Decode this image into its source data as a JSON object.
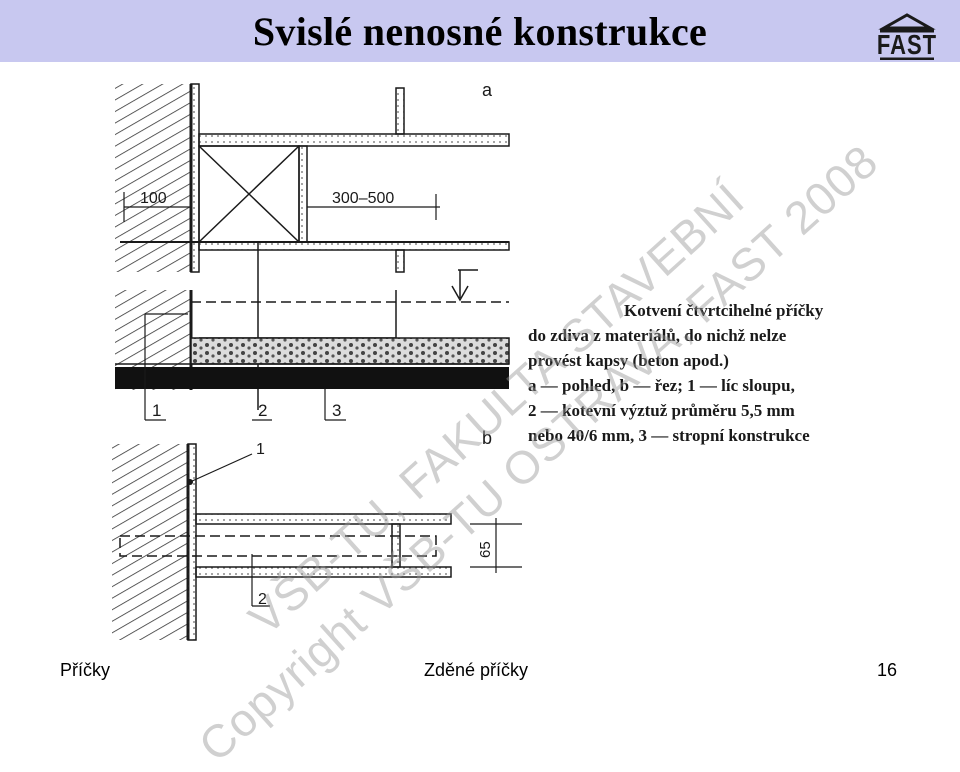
{
  "slide": {
    "title": "Svislé nenosné konstrukce",
    "logo_text": "FAST"
  },
  "figure": {
    "view_a_label": "a",
    "view_b_label": "b",
    "dim_100": "100",
    "dim_300_500": "300–500",
    "dim_65": "65",
    "marker_1": "1",
    "marker_2": "2",
    "marker_3": "3",
    "marker_b1": "1",
    "marker_b2": "2"
  },
  "caption": {
    "line1": "Kotvení čtvrtcihelné příčky",
    "line2": "do zdiva z materiálů, do nichž nelze",
    "line3": "provést kapsy (beton apod.)",
    "line4": "a — pohled, b — řez; 1 — líc sloupu,",
    "line5": "2 — kotevní výztuž průměru 5,5 mm",
    "line6": "nebo 40/6 mm, 3 — stropní konstrukce"
  },
  "footer": {
    "left": "Příčky",
    "center": "Zděné příčky",
    "page_number": "16"
  },
  "watermark": {
    "line1": "VŠB-TU, FAKULTA STAVEBNÍ",
    "line2": "Copyright VŠB-TU OSTRAVA, FAST 2008"
  },
  "colors": {
    "title_bar": "#c8c8f0",
    "ink": "#1a1a1a",
    "watermark": "#969696"
  }
}
